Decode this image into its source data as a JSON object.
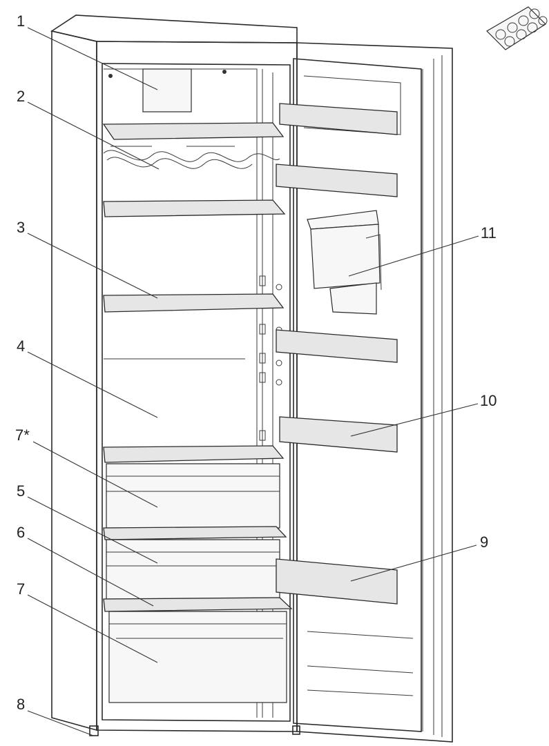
{
  "labels": {
    "l1": "1",
    "l2": "2",
    "l3": "3",
    "l4": "4",
    "l7s": "7*",
    "l5": "5",
    "l6": "6",
    "l7": "7",
    "l8": "8",
    "l9": "9",
    "l10": "10",
    "l11": "11"
  },
  "colors": {
    "line": "#2a2a2a",
    "shelf_fill": "#e6e6e6",
    "background": "#ffffff"
  }
}
